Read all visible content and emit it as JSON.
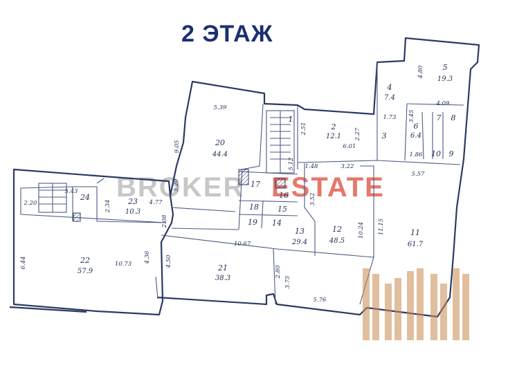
{
  "title": "2 ЭТАЖ",
  "watermark": {
    "part1": "BROKER",
    "part2": "ESTATE",
    "color1": "#9a9a9a",
    "color2": "#e04a3a"
  },
  "colors": {
    "title": "#1d2f72",
    "line": "#2b3a63",
    "logo": "#c98a4f"
  },
  "rooms": [
    {
      "num": "1",
      "area": ""
    },
    {
      "num": "2",
      "area": "12.1"
    },
    {
      "num": "3",
      "area": ""
    },
    {
      "num": "4",
      "area": "7.4"
    },
    {
      "num": "5",
      "area": "19.3"
    },
    {
      "num": "6",
      "area": "6.4"
    },
    {
      "num": "7",
      "area": ""
    },
    {
      "num": "8",
      "area": ""
    },
    {
      "num": "9",
      "area": ""
    },
    {
      "num": "10",
      "area": ""
    },
    {
      "num": "11",
      "area": "61.7"
    },
    {
      "num": "12",
      "area": "48.5"
    },
    {
      "num": "13",
      "area": "29.4"
    },
    {
      "num": "14",
      "area": ""
    },
    {
      "num": "15",
      "area": ""
    },
    {
      "num": "16",
      "area": ""
    },
    {
      "num": "17",
      "area": ""
    },
    {
      "num": "18",
      "area": ""
    },
    {
      "num": "19",
      "area": ""
    },
    {
      "num": "20",
      "area": "44.4"
    },
    {
      "num": "21",
      "area": "38.3"
    },
    {
      "num": "22",
      "area": "57.9"
    },
    {
      "num": "23",
      "area": "10.3"
    },
    {
      "num": "24",
      "area": ""
    }
  ],
  "dimensions": [
    "5.39",
    "9.05",
    "3.20",
    "2.08",
    "4.77",
    "2.34",
    "5.43",
    "2.20",
    "6.44",
    "10.73",
    "4.36",
    "4.50",
    "10.67",
    "2.80",
    "3.75",
    "5.76",
    "10.24",
    "11.15",
    "5.57",
    "3.22",
    "1.48",
    "3.52",
    "5.12",
    "2.51",
    "2.27",
    "6.01",
    "1.73",
    "4.80",
    "4.09",
    "3.45",
    "1.86"
  ]
}
